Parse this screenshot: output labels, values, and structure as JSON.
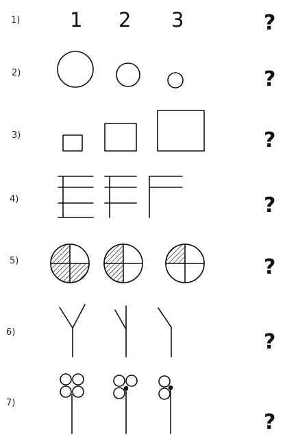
{
  "rows": [
    {
      "label": "1)",
      "answer": "?"
    },
    {
      "label": "2)",
      "answer": "?"
    },
    {
      "label": "3)",
      "answer": "?"
    },
    {
      "label": "4)",
      "answer": "?"
    },
    {
      "label": "5)",
      "answer": "?"
    },
    {
      "label": "6)",
      "answer": "?"
    },
    {
      "label": "7)",
      "answer": "?"
    }
  ],
  "sequence_numbers": [
    "1",
    "2",
    "3"
  ]
}
